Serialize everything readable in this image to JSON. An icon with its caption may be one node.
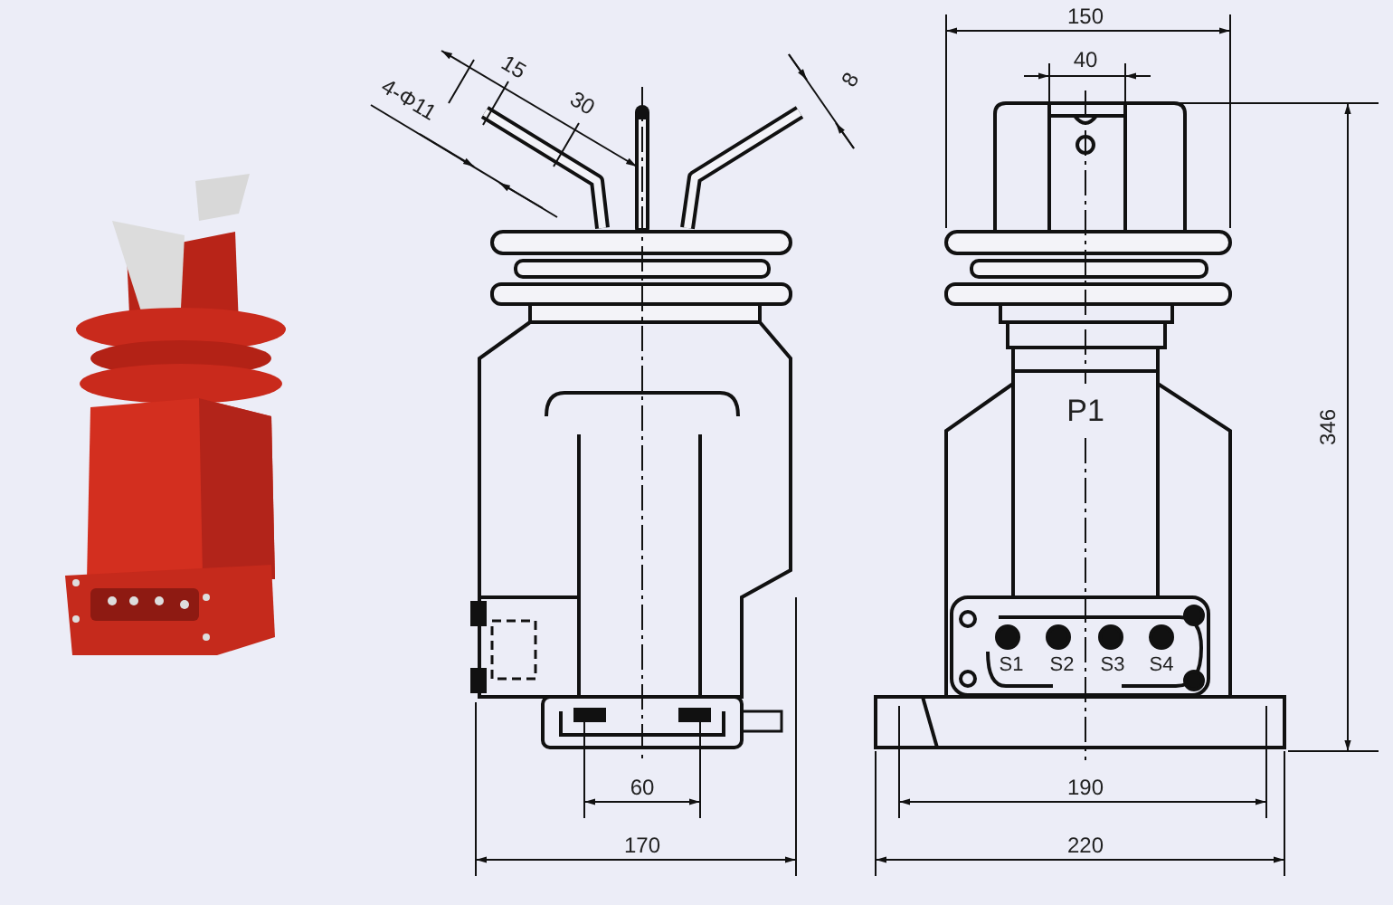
{
  "diagram": {
    "labels": [
      "150",
      "4-Φ11",
      "15",
      "30",
      "8",
      "40",
      "P1",
      "346",
      "S1",
      "S2",
      "S3",
      "S4",
      "60",
      "190",
      "170",
      "220"
    ]
  }
}
